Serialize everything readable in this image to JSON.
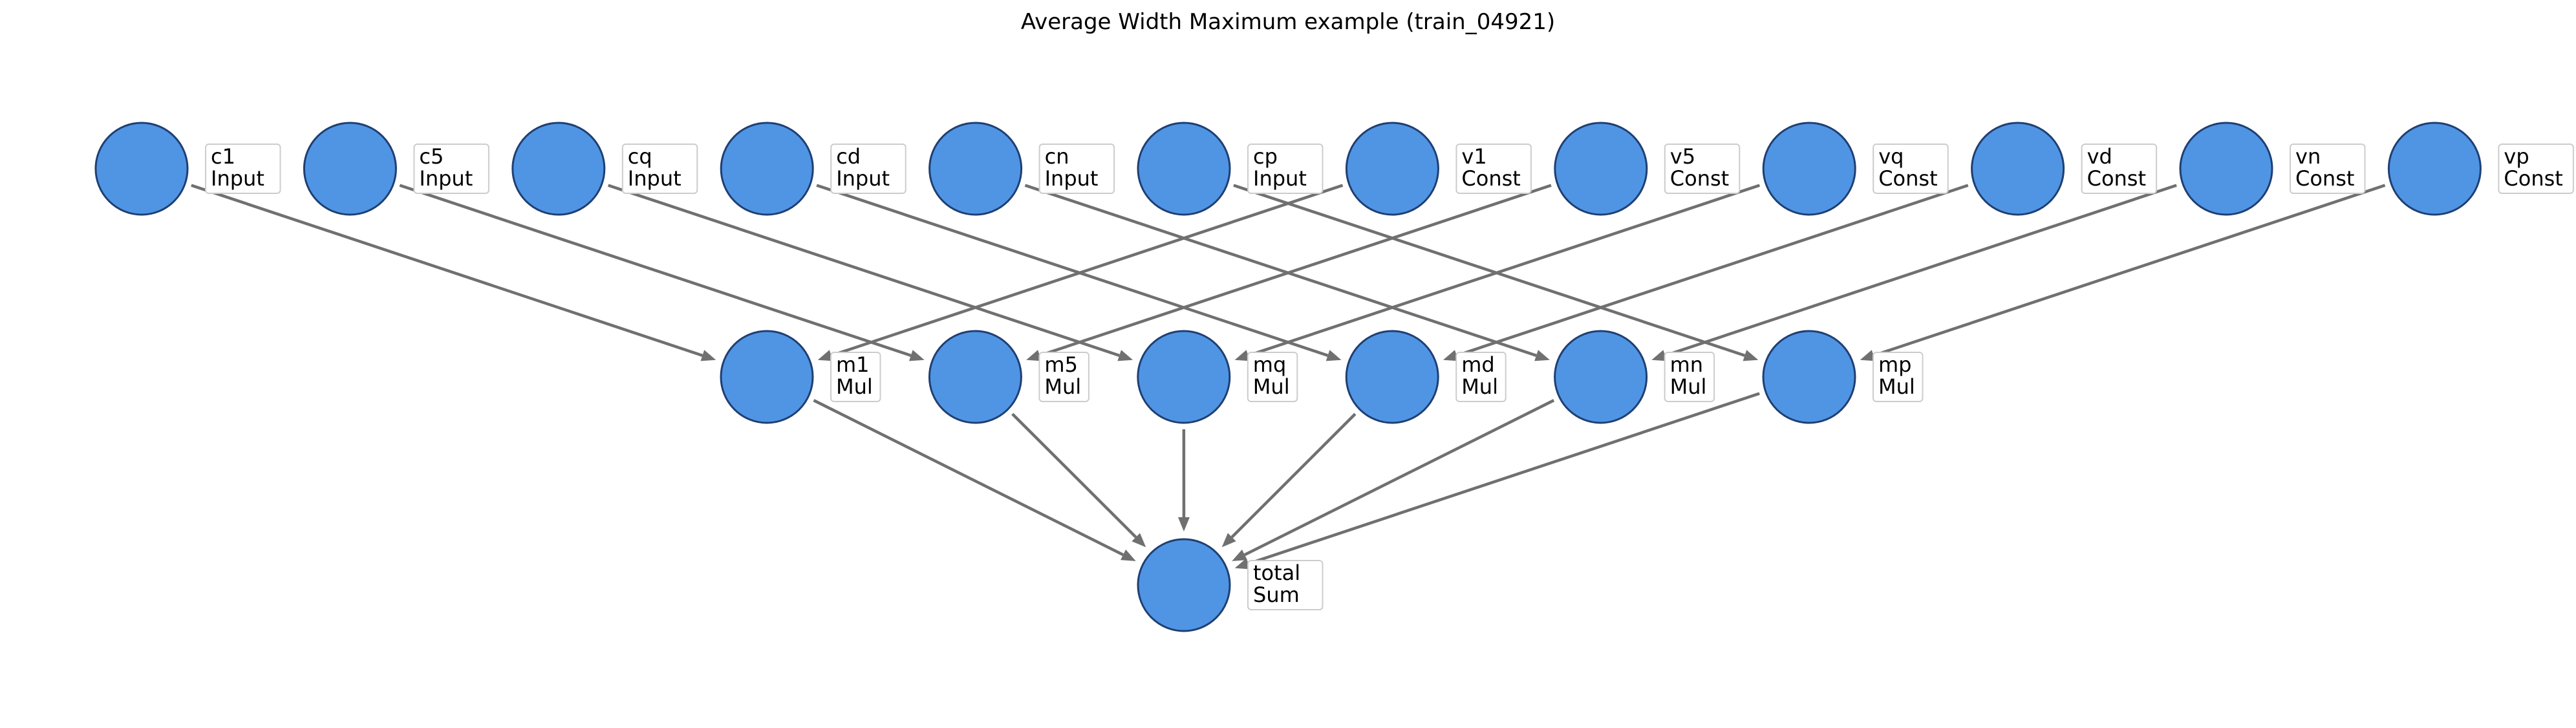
{
  "title": "Average Width Maximum example (train_04921)",
  "colors": {
    "node_fill": "#5095e3",
    "node_stroke": "#1f3f73",
    "edge": "#707070",
    "label_border": "#cccccc"
  },
  "nodes": [
    {
      "id": "c1",
      "name": "c1",
      "type": "Input"
    },
    {
      "id": "c5",
      "name": "c5",
      "type": "Input"
    },
    {
      "id": "cq",
      "name": "cq",
      "type": "Input"
    },
    {
      "id": "cd",
      "name": "cd",
      "type": "Input"
    },
    {
      "id": "cn",
      "name": "cn",
      "type": "Input"
    },
    {
      "id": "cp",
      "name": "cp",
      "type": "Input"
    },
    {
      "id": "v1",
      "name": "v1",
      "type": "Const"
    },
    {
      "id": "v5",
      "name": "v5",
      "type": "Const"
    },
    {
      "id": "vq",
      "name": "vq",
      "type": "Const"
    },
    {
      "id": "vd",
      "name": "vd",
      "type": "Const"
    },
    {
      "id": "vn",
      "name": "vn",
      "type": "Const"
    },
    {
      "id": "vp",
      "name": "vp",
      "type": "Const"
    },
    {
      "id": "m1",
      "name": "m1",
      "type": "Mul"
    },
    {
      "id": "m5",
      "name": "m5",
      "type": "Mul"
    },
    {
      "id": "mq",
      "name": "mq",
      "type": "Mul"
    },
    {
      "id": "md",
      "name": "md",
      "type": "Mul"
    },
    {
      "id": "mn",
      "name": "mn",
      "type": "Mul"
    },
    {
      "id": "mp",
      "name": "mp",
      "type": "Mul"
    },
    {
      "id": "total",
      "name": "total",
      "type": "Sum"
    }
  ],
  "edges": [
    [
      "c1",
      "m1"
    ],
    [
      "c5",
      "m5"
    ],
    [
      "cq",
      "mq"
    ],
    [
      "cd",
      "md"
    ],
    [
      "cn",
      "mn"
    ],
    [
      "cp",
      "mp"
    ],
    [
      "v1",
      "m1"
    ],
    [
      "v5",
      "m5"
    ],
    [
      "vq",
      "mq"
    ],
    [
      "vd",
      "md"
    ],
    [
      "vn",
      "mn"
    ],
    [
      "vp",
      "mp"
    ],
    [
      "m1",
      "total"
    ],
    [
      "m5",
      "total"
    ],
    [
      "mq",
      "total"
    ],
    [
      "md",
      "total"
    ],
    [
      "mn",
      "total"
    ],
    [
      "mp",
      "total"
    ]
  ]
}
